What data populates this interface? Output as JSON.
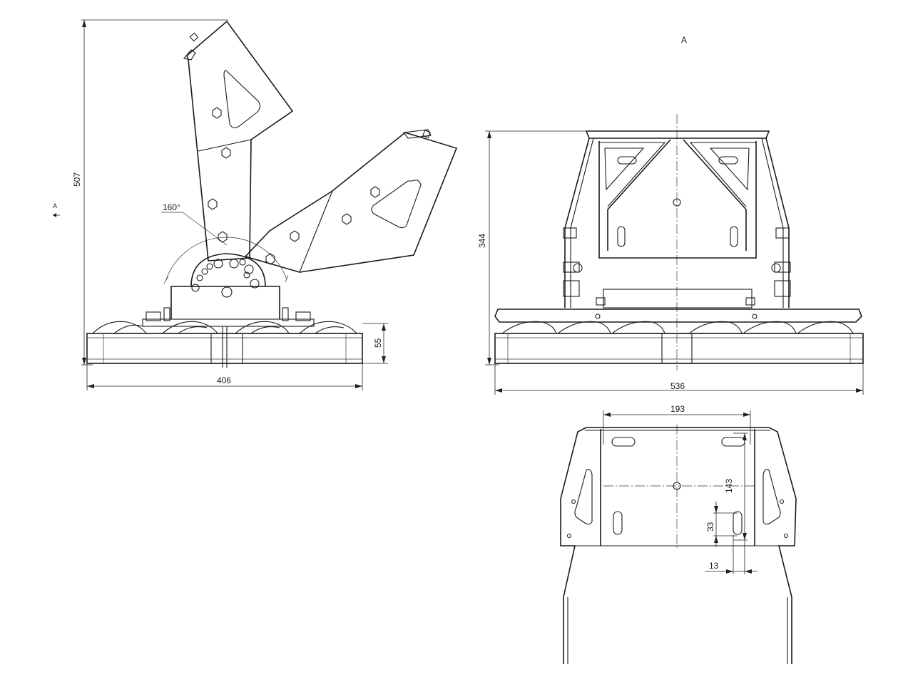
{
  "views": {
    "side_view": {
      "view_arrow_label": "A",
      "dim_height": "507",
      "dim_base_height": "55",
      "dim_width": "406",
      "angle_label": "160°"
    },
    "front_view": {
      "title": "A",
      "dim_height": "344",
      "dim_width": "536"
    },
    "bracket_view": {
      "dim_slot_spacing": "193",
      "dim_vertical_spacing": "143",
      "dim_slot_length": "33",
      "dim_slot_width": "13"
    }
  },
  "colors": {
    "line": "#1a1a1a",
    "background": "#ffffff"
  }
}
